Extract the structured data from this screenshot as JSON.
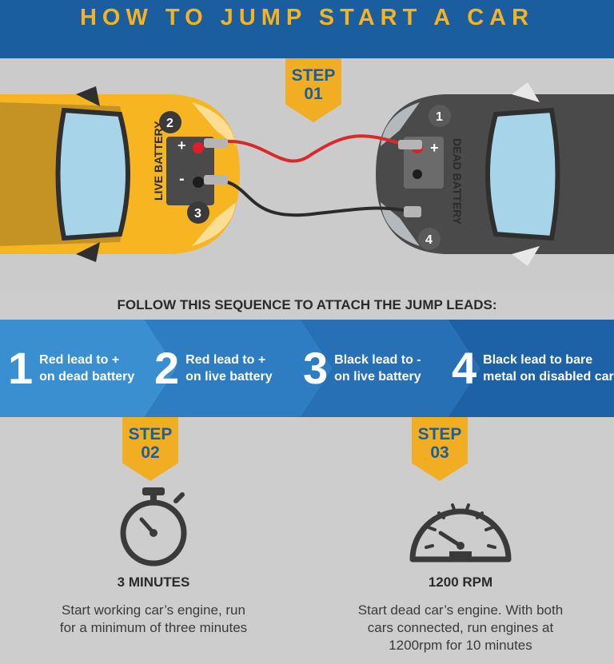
{
  "title": "HOW TO JUMP START A CAR",
  "step01": {
    "line1": "STEP",
    "line2": "01"
  },
  "cars": {
    "live_label": "LIVE BATTERY",
    "dead_label": "DEAD BATTERY",
    "markers": [
      "1",
      "2",
      "3",
      "4"
    ],
    "plus": "+",
    "minus": "-"
  },
  "sequence_title": "FOLLOW THIS SEQUENCE TO ATTACH THE JUMP LEADS:",
  "sequence": [
    {
      "num": "1",
      "line1": "Red lead to +",
      "line2": "on dead battery"
    },
    {
      "num": "2",
      "line1": "Red lead to +",
      "line2": "on live battery"
    },
    {
      "num": "3",
      "line1": "Black lead to -",
      "line2": "on live battery"
    },
    {
      "num": "4",
      "line1": "Black lead to bare",
      "line2": "metal on disabled car"
    }
  ],
  "step02": {
    "line1": "STEP",
    "line2": "02",
    "stat": "3 MINUTES",
    "desc1": "Start working car’s engine, run",
    "desc2": "for a minimum of three minutes",
    "icon": "stopwatch-icon"
  },
  "step03": {
    "line1": "STEP",
    "line2": "03",
    "stat": "1200 RPM",
    "desc1": "Start dead car’s engine. With both",
    "desc2": "cars connected, run engines at",
    "desc3": "1200rpm for 10 minutes",
    "icon": "tachometer-icon"
  },
  "colors": {
    "blue": "#1b5ea0",
    "orange": "#f1ae22",
    "yellow_car": "#f6b521",
    "gray_car": "#4a4a4a"
  }
}
